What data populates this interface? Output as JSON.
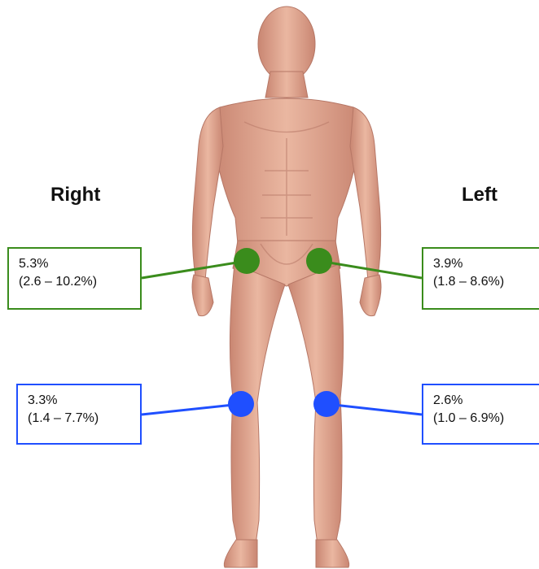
{
  "labels": {
    "right": "Right",
    "left": "Left"
  },
  "colors": {
    "hip": "#3a8c1c",
    "knee": "#1f4fff",
    "skin": "#e6ac95",
    "skin_shade": "#c98672"
  },
  "callouts": {
    "right_hip": {
      "percent": "5.3%",
      "range": "(2.6 – 10.2%)"
    },
    "left_hip": {
      "percent": "3.9%",
      "range": "(1.8 – 8.6%)"
    },
    "right_knee": {
      "percent": "3.3%",
      "range": "(1.4 – 7.7%)"
    },
    "left_knee": {
      "percent": "2.6%",
      "range": "(1.0 – 6.9%)"
    }
  }
}
